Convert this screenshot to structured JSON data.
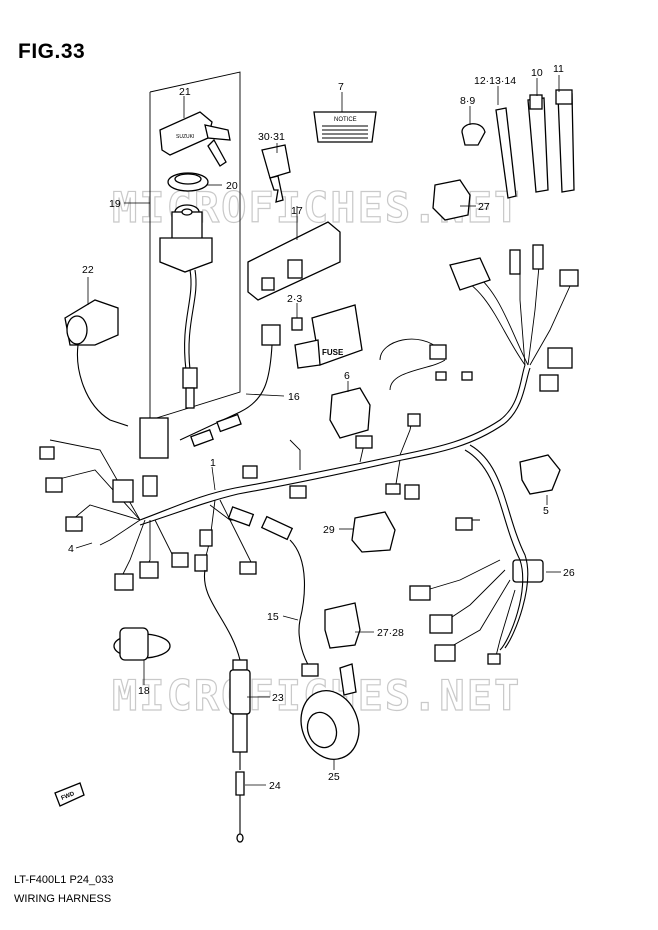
{
  "figure": {
    "title": "FIG.33"
  },
  "footer": {
    "model_code": "LT-F400L1 P24_033",
    "section_name": "WIRING HARNESS"
  },
  "watermark": {
    "text": "MICROFICHES.NET"
  },
  "labels": {
    "notice": "NOTICE",
    "fuse": "FUSE",
    "fwd": "FWD"
  },
  "callouts": {
    "c1": "1",
    "c2_3": "2·3",
    "c4": "4",
    "c5": "5",
    "c6": "6",
    "c7": "7",
    "c8_9": "8·9",
    "c10": "10",
    "c11": "11",
    "c12_13_14": "12·13·14",
    "c15": "15",
    "c16": "16",
    "c17": "17",
    "c18": "18",
    "c19": "19",
    "c20": "20",
    "c21": "21",
    "c22": "22",
    "c23": "23",
    "c24": "24",
    "c25": "25",
    "c26": "26",
    "c27": "27",
    "c27_28": "27·28",
    "c29": "29",
    "c30_31": "30·31"
  }
}
